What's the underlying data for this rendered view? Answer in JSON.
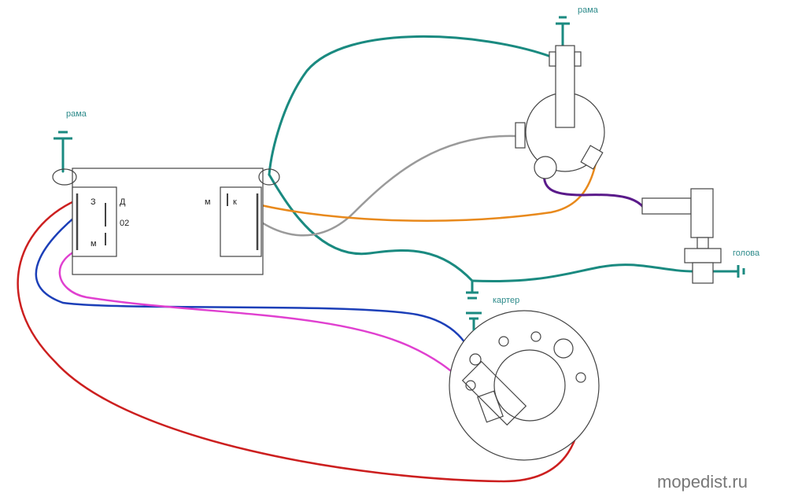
{
  "labels": {
    "frame_top": "рама",
    "frame_left": "рама",
    "crankcase": "картер",
    "head": "голова",
    "pin_z": "З",
    "pin_d": "Д",
    "pin_02": "02",
    "pin_m_left": "м",
    "pin_m_right": "м",
    "pin_k": "к"
  },
  "watermark": "mopedist.ru",
  "colors": {
    "ground_wire": "#1a8a80",
    "ground_symbol": "#1a8a80",
    "grey_wire": "#9a9a9a",
    "orange_wire": "#e8891c",
    "purple_wire": "#5a1a8a",
    "red_wire": "#cc1f1f",
    "blue_wire": "#1c3fb8",
    "magenta_wire": "#e040d0",
    "green_wire": "#3a9a2a",
    "outline": "#444444"
  }
}
